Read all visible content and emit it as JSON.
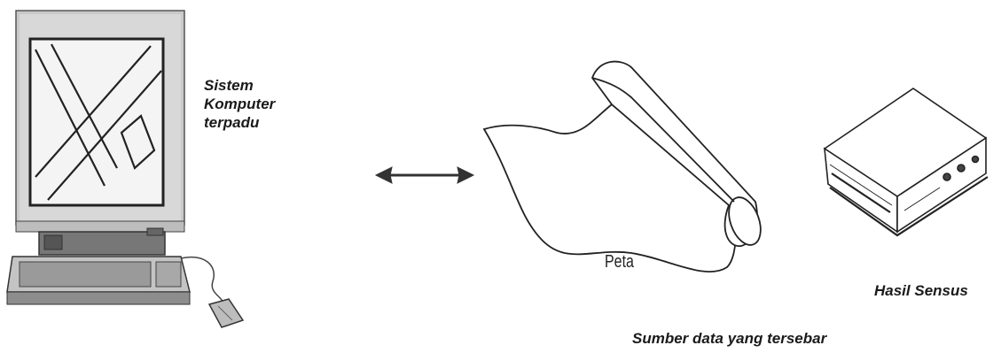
{
  "computer": {
    "label_lines": [
      "Sistem",
      "Komputer",
      "terpadu"
    ]
  },
  "map": {
    "label": "Peta"
  },
  "census": {
    "label": "Hasil Sensus"
  },
  "caption": "Sumber data yang tersebar",
  "connector": {
    "type": "bidirectional-arrow"
  }
}
